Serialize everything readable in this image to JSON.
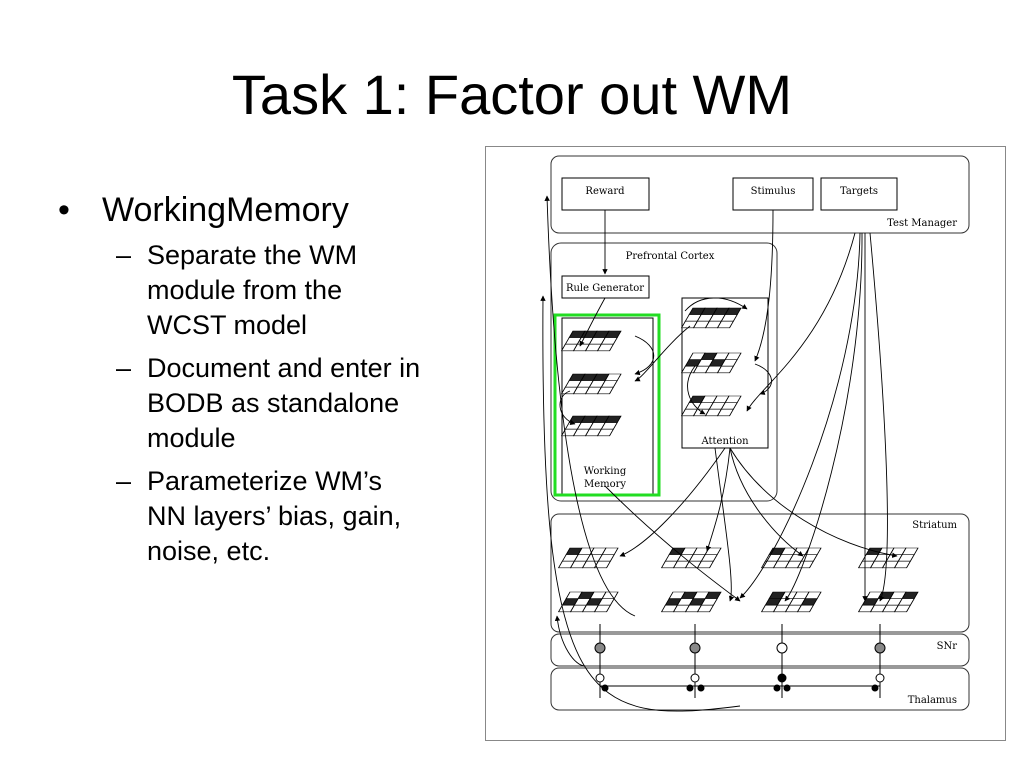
{
  "slide": {
    "title": "Task 1: Factor out WM",
    "bullet": {
      "marker": "•",
      "text": "WorkingMemory",
      "subpoints": [
        {
          "marker": "–",
          "text": "Separate the WM\nmodule from the\nWCST model"
        },
        {
          "marker": "–",
          "text": "Document and enter in\nBODB as standalone\nmodule"
        },
        {
          "marker": "–",
          "text": "Parameterize WM’s\nNN layers’ bias, gain,\nnoise, etc."
        }
      ]
    }
  },
  "diagram": {
    "test_manager": {
      "label": "Test Manager",
      "boxes": [
        "Reward",
        "Stimulus",
        "Targets"
      ]
    },
    "prefrontal": {
      "label": "Prefrontal Cortex",
      "rule_generator": "Rule Generator"
    },
    "working_memory": {
      "label_line1": "Working",
      "label_line2": "Memory",
      "highlight_color": "#22dd22"
    },
    "attention": {
      "label": "Attention"
    },
    "striatum": {
      "label": "Striatum"
    },
    "snr": {
      "label": "SNr"
    },
    "thalamus": {
      "label": "Thalamus"
    }
  }
}
